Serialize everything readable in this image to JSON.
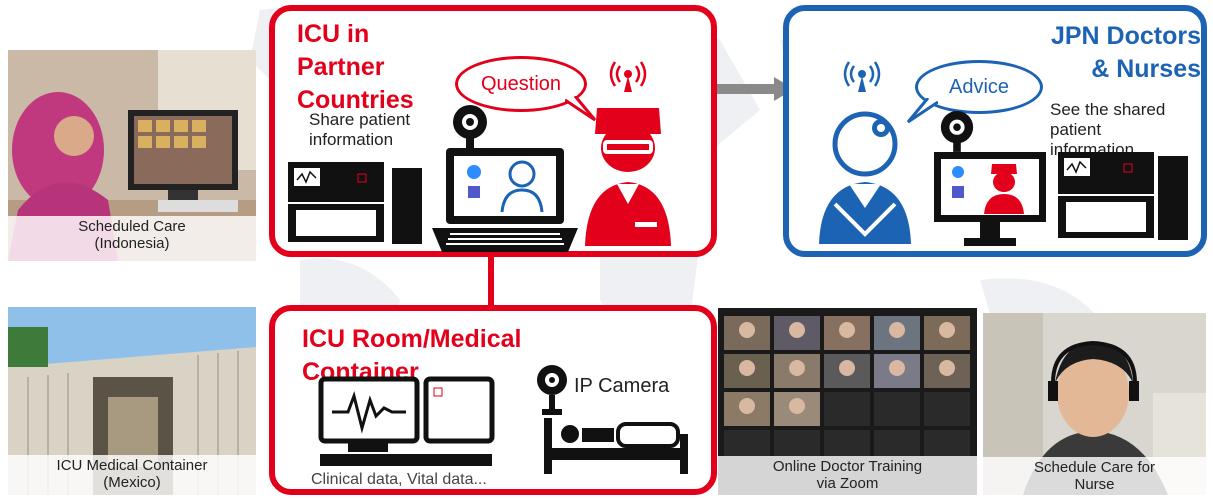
{
  "photos": {
    "scheduled_care": "Scheduled Care\n(Indonesia)",
    "icu_container": "ICU Medical Container\n(Mexico)",
    "online_training": "Online Doctor Training\nvia Zoom",
    "schedule_nurse": "Schedule Care for\nNurse"
  },
  "partner_box": {
    "title": "ICU in\nPartner\nCountries",
    "bubble": "Question",
    "share_text": "Share patient\ninformation"
  },
  "jpn_box": {
    "title": "JPN Doctors\n& Nurses",
    "bubble": "Advice",
    "see_text": "See the shared\npatient\ninformation"
  },
  "room_box": {
    "title": "ICU Room/Medical\nContainer",
    "camera_label": "IP Camera",
    "data_label": "Clinical data, Vital data..."
  },
  "colors": {
    "red": "#e3001b",
    "blue": "#1d63b4",
    "dark": "#111111"
  },
  "icons": [
    "wireless-signal-icon",
    "webcam-icon",
    "laptop-icon",
    "doctor-icon",
    "nurse-icon",
    "monitor-icon",
    "bed-icon",
    "ip-camera-icon"
  ]
}
